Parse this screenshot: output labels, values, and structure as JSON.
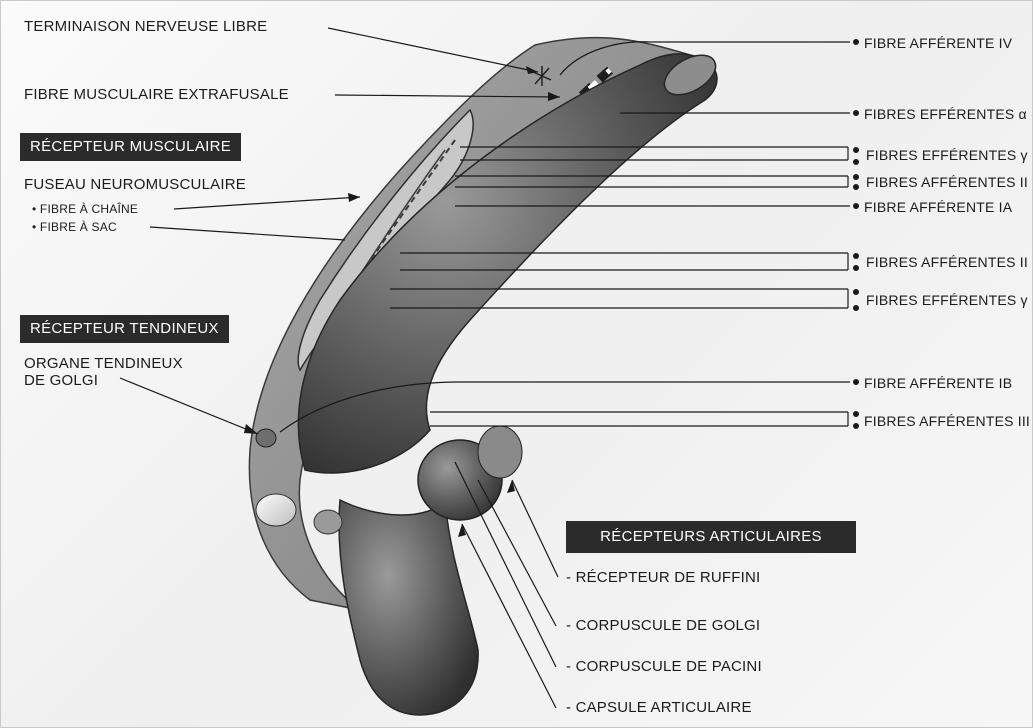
{
  "diagram": {
    "left_labels": {
      "free_nerve_ending": "TERMINAISON NERVEUSE LIBRE",
      "extrafusal_fiber": "FIBRE MUSCULAIRE EXTRAFUSALE",
      "muscle_receptor_heading": "RÉCEPTEUR MUSCULAIRE",
      "neuromuscular_spindle": "FUSEAU NEUROMUSCULAIRE",
      "chain_fiber": "• FIBRE À CHAÎNE",
      "bag_fiber": "• FIBRE À SAC",
      "tendon_receptor_heading": "RÉCEPTEUR TENDINEUX",
      "golgi_tendon_organ_line1": "ORGANE TENDINEUX",
      "golgi_tendon_organ_line2": "DE GOLGI"
    },
    "right_labels": {
      "afferent_iv": "FIBRE AFFÉRENTE IV",
      "efferent_alpha": "FIBRES EFFÉRENTES α",
      "efferent_gamma_1": "FIBRES EFFÉRENTES γ",
      "afferent_ii_1": "FIBRES AFFÉRENTES II",
      "afferent_ia": "FIBRE AFFÉRENTE IA",
      "afferent_ii_2": "FIBRES AFFÉRENTES II",
      "efferent_gamma_2": "FIBRES EFFÉRENTES γ",
      "afferent_ib": "FIBRE AFFÉRENTE IB",
      "afferent_iii": "FIBRES AFFÉRENTES III"
    },
    "articular": {
      "heading": "RÉCEPTEURS ARTICULAIRES",
      "items": [
        "- RÉCEPTEUR DE RUFFINI",
        "- CORPUSCULE DE GOLGI",
        "- CORPUSCULE DE PACINI",
        "- CAPSULE ARTICULAIRE"
      ]
    }
  }
}
